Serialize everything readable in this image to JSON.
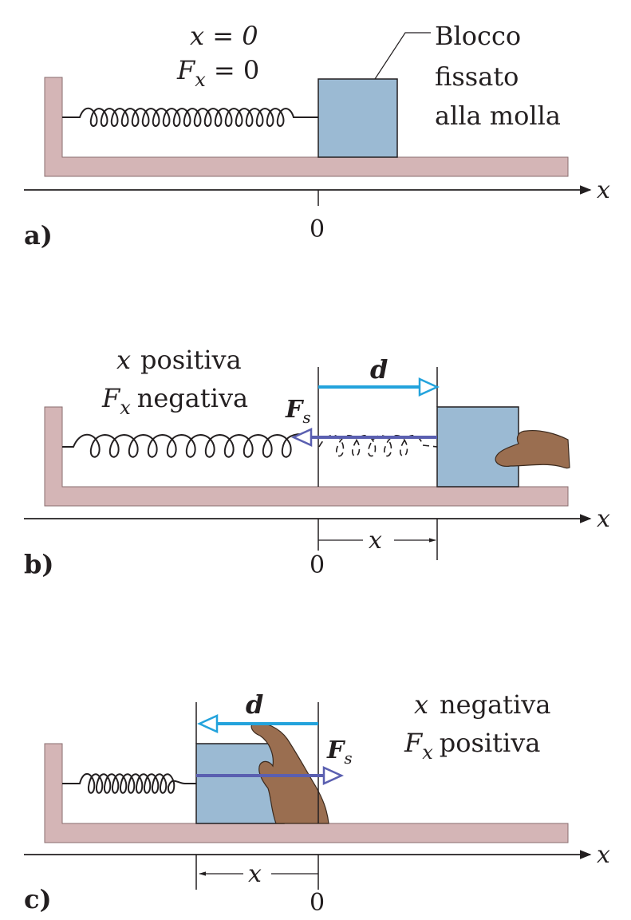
{
  "panels": {
    "a": {
      "label": "a)",
      "x_eq": "x = 0",
      "f_prefix": "F",
      "f_sub": "x",
      "f_eq": " = 0",
      "callout_line1": "Blocco",
      "callout_line2": "fissato",
      "callout_line3": "alla molla",
      "zero": "0",
      "axis": "x"
    },
    "b": {
      "label": "b)",
      "line1_var": "x",
      "line1_word": "positiva",
      "line2_prefix": "F",
      "line2_sub": "x",
      "line2_word": "negativa",
      "d_label": "d",
      "fs_label": "F",
      "fs_sub": "s",
      "x_dim": "x",
      "zero": "0",
      "axis": "x"
    },
    "c": {
      "label": "c)",
      "line1_var": "x",
      "line1_word": "negativa",
      "line2_prefix": "F",
      "line2_sub": "x",
      "line2_word": "positiva",
      "d_label": "d",
      "fs_label": "F",
      "fs_sub": "s",
      "x_dim": "x",
      "zero": "0",
      "axis": "x"
    }
  },
  "colors": {
    "wall": "#d4b5b6",
    "block": "#9bbad3",
    "d_arrow": "#23a3dc",
    "f_arrow": "#5a5fb0",
    "ink": "#231f20"
  }
}
